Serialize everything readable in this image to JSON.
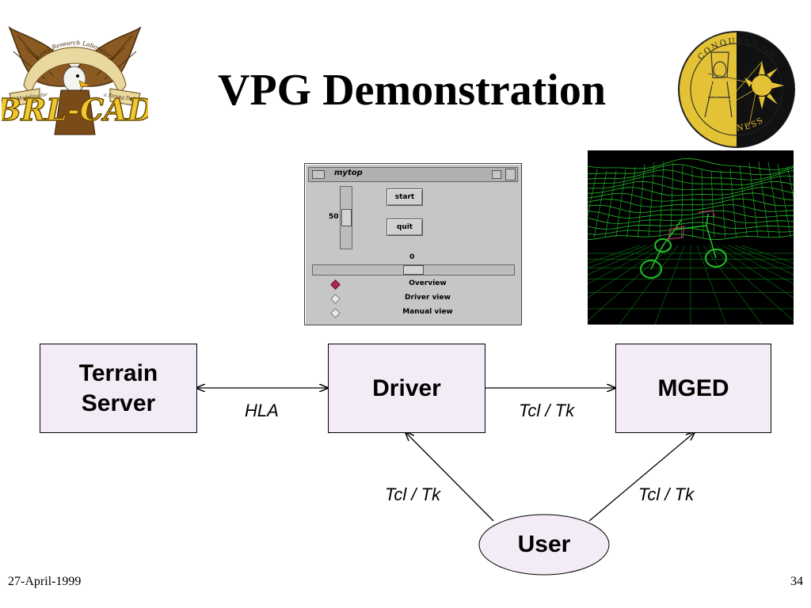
{
  "slide": {
    "title": "VPG Demonstration",
    "date": "27-April-1999",
    "page_number": "34"
  },
  "logos": {
    "brl": {
      "arc_text": "Army Research Laboratory",
      "left_text": "Solid Modeling for",
      "right_text": "a Strong Defense",
      "main_text": "BRL-CAD"
    },
    "conquest": {
      "ring_text_top": "CONQUEST OF",
      "ring_text_bottom": "DARKNESS"
    }
  },
  "tk_window": {
    "title": "mytop",
    "start_label": "start",
    "quit_label": "quit",
    "vertical_scale_value": "50",
    "horizontal_scale_value": "0",
    "radio_options": [
      "Overview",
      "Driver view",
      "Manual view"
    ],
    "selected_option": "Overview"
  },
  "diagram": {
    "nodes": {
      "terrain_line1": "Terrain",
      "terrain_line2": "Server",
      "driver": "Driver",
      "mged": "MGED",
      "user": "User"
    },
    "edges": {
      "terrain_driver": "HLA",
      "driver_mged": "Tcl / Tk",
      "user_driver": "Tcl / Tk",
      "user_mged": "Tcl / Tk"
    },
    "colors": {
      "node_fill": "#f3ecf6",
      "wireframe": "#22c02a"
    }
  }
}
